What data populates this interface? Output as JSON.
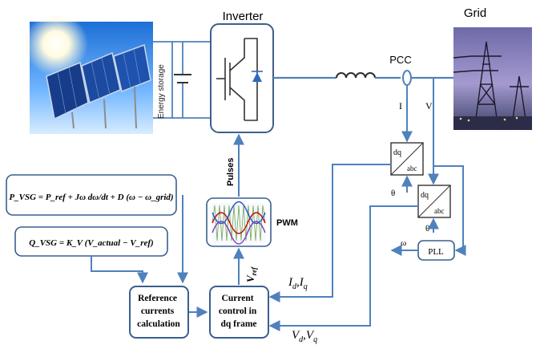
{
  "labels": {
    "inverter": "Inverter",
    "grid": "Grid",
    "pcc": "PCC",
    "energy_storage": "Energy storage",
    "current": "I",
    "voltage": "V",
    "pulses": "Pulses",
    "pwm": "PWM",
    "dq": "dq",
    "abc": "abc",
    "theta": "θ",
    "omega": "ω",
    "pll": "PLL",
    "vref": "V",
    "vref_sub": "ref",
    "idq": "I",
    "idq_sub": "d",
    "idq_sep": ",I",
    "idq_sub2": "q",
    "vdq": "V",
    "vdq_sub": "d",
    "vdq_sep": ",V",
    "vdq_sub2": "q"
  },
  "blocks": {
    "ref_calc": [
      "Reference",
      "currents",
      "calculation"
    ],
    "current_control": [
      "Current",
      "control in",
      "dq frame"
    ]
  },
  "equations": {
    "p_vsg": "P_VSG = P_ref + Jω dω/dt + D (ω − ω_grid)",
    "q_vsg": "Q_VSG = K_V (V_actual − V_ref)"
  },
  "colors": {
    "line": "#4f81bd",
    "box_border": "#3a5f8f",
    "text": "#000000"
  }
}
